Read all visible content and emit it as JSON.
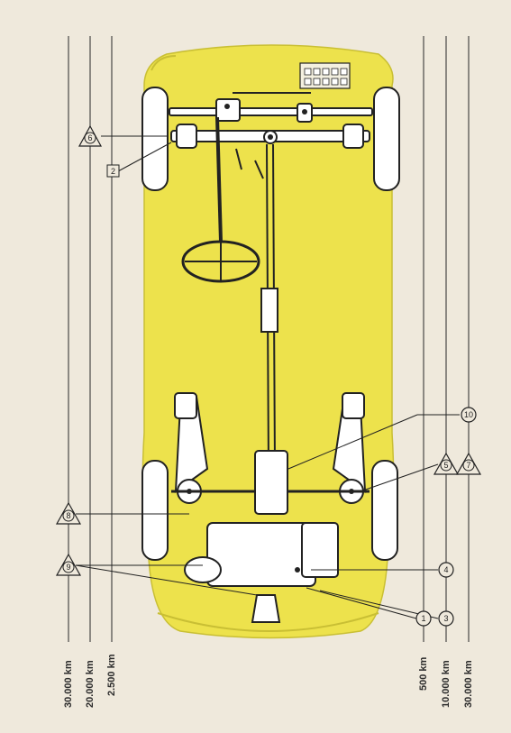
{
  "left_intervals": [
    "30.000 km",
    "20.000 km",
    "2.500 km"
  ],
  "right_intervals": [
    "500 km",
    "10.000 km",
    "30.000 km"
  ],
  "callouts": {
    "c1": "1",
    "c2": "2",
    "c3": "3",
    "c4": "4",
    "c5": "5",
    "c6": "6",
    "c7": "7",
    "c8": "8",
    "c9": "9",
    "c10": "10"
  },
  "colors": {
    "body_yellow": "#ede24c",
    "paper": "#efe9dc",
    "line": "#222222"
  }
}
